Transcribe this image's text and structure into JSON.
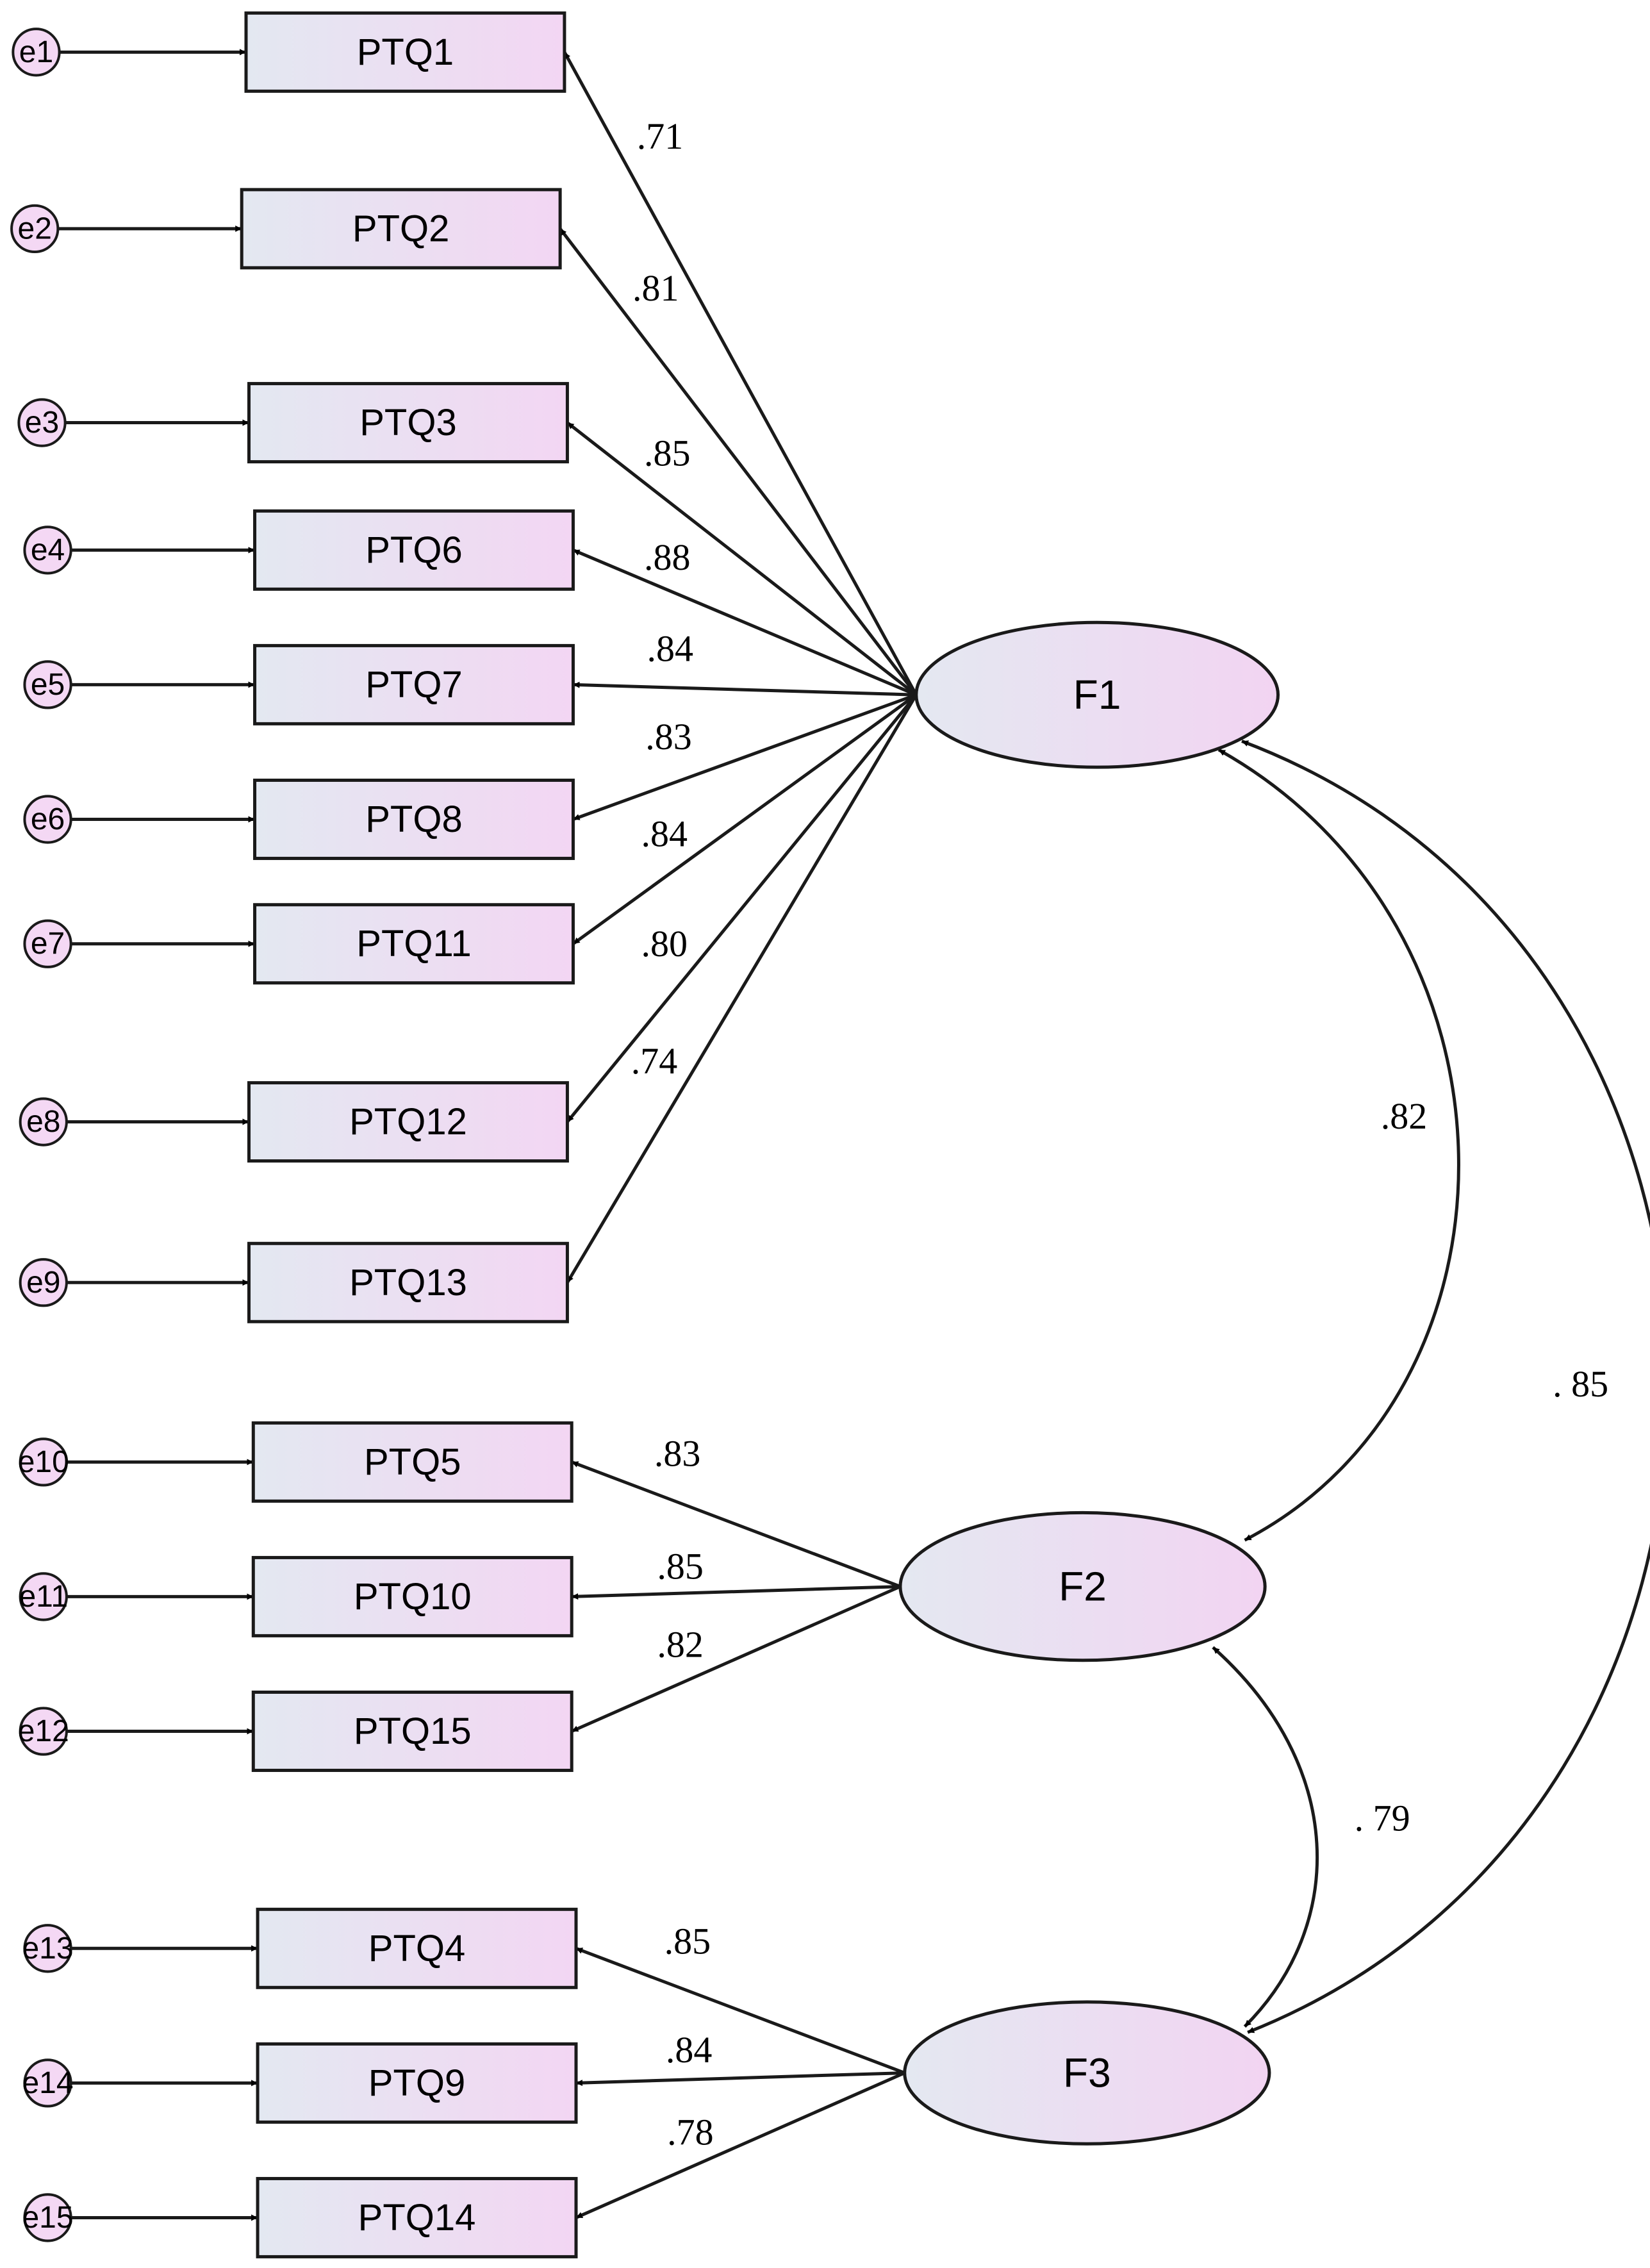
{
  "colors": {
    "box_fill_left": "#e3e8f1",
    "box_fill_right": "#f3d6f3",
    "stroke": "#1a1a1a",
    "error_fill": "#f4d8f4"
  },
  "errors": [
    "e1",
    "e2",
    "e3",
    "e4",
    "e5",
    "e6",
    "e7",
    "e8",
    "e9",
    "e10",
    "e11",
    "e12",
    "e13",
    "e14",
    "e15"
  ],
  "indicators": [
    "PTQ1",
    "PTQ2",
    "PTQ3",
    "PTQ6",
    "PTQ7",
    "PTQ8",
    "PTQ11",
    "PTQ12",
    "PTQ13",
    "PTQ5",
    "PTQ10",
    "PTQ15",
    "PTQ4",
    "PTQ9",
    "PTQ14"
  ],
  "factors": [
    "F1",
    "F2",
    "F3"
  ],
  "loadings": [
    ".71",
    ".81",
    ".85",
    ".88",
    ".84",
    ".83",
    ".84",
    ".80",
    ".74",
    ".83",
    ".85",
    ".82",
    ".85",
    ".84",
    ".78"
  ],
  "correlations": {
    "F1_F2": ".82",
    "F1_F3": ". 85",
    "F2_F3": ". 79"
  }
}
